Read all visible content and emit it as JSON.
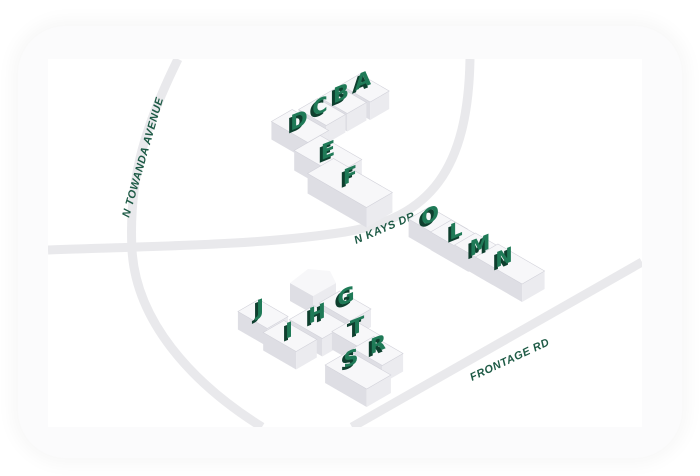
{
  "map": {
    "roads": {
      "n_towanda_avenue": "N TOWANDA AVENUE",
      "n_kays_dr": "N KAYS DR",
      "frontage_rd": "FRONTAGE RD"
    },
    "buildings": [
      {
        "id": "A"
      },
      {
        "id": "B"
      },
      {
        "id": "C"
      },
      {
        "id": "D"
      },
      {
        "id": "E"
      },
      {
        "id": "F"
      },
      {
        "id": "G"
      },
      {
        "id": "H"
      },
      {
        "id": "I"
      },
      {
        "id": "J"
      },
      {
        "id": "L"
      },
      {
        "id": "M"
      },
      {
        "id": "N"
      },
      {
        "id": "O"
      },
      {
        "id": "R"
      },
      {
        "id": "S"
      },
      {
        "id": "T"
      }
    ],
    "colors": {
      "letter_face": "#1f7a57",
      "letter_shadow": "#0e3f2e",
      "road": "#e9e9ec",
      "road_label": "#1d5a45"
    }
  }
}
